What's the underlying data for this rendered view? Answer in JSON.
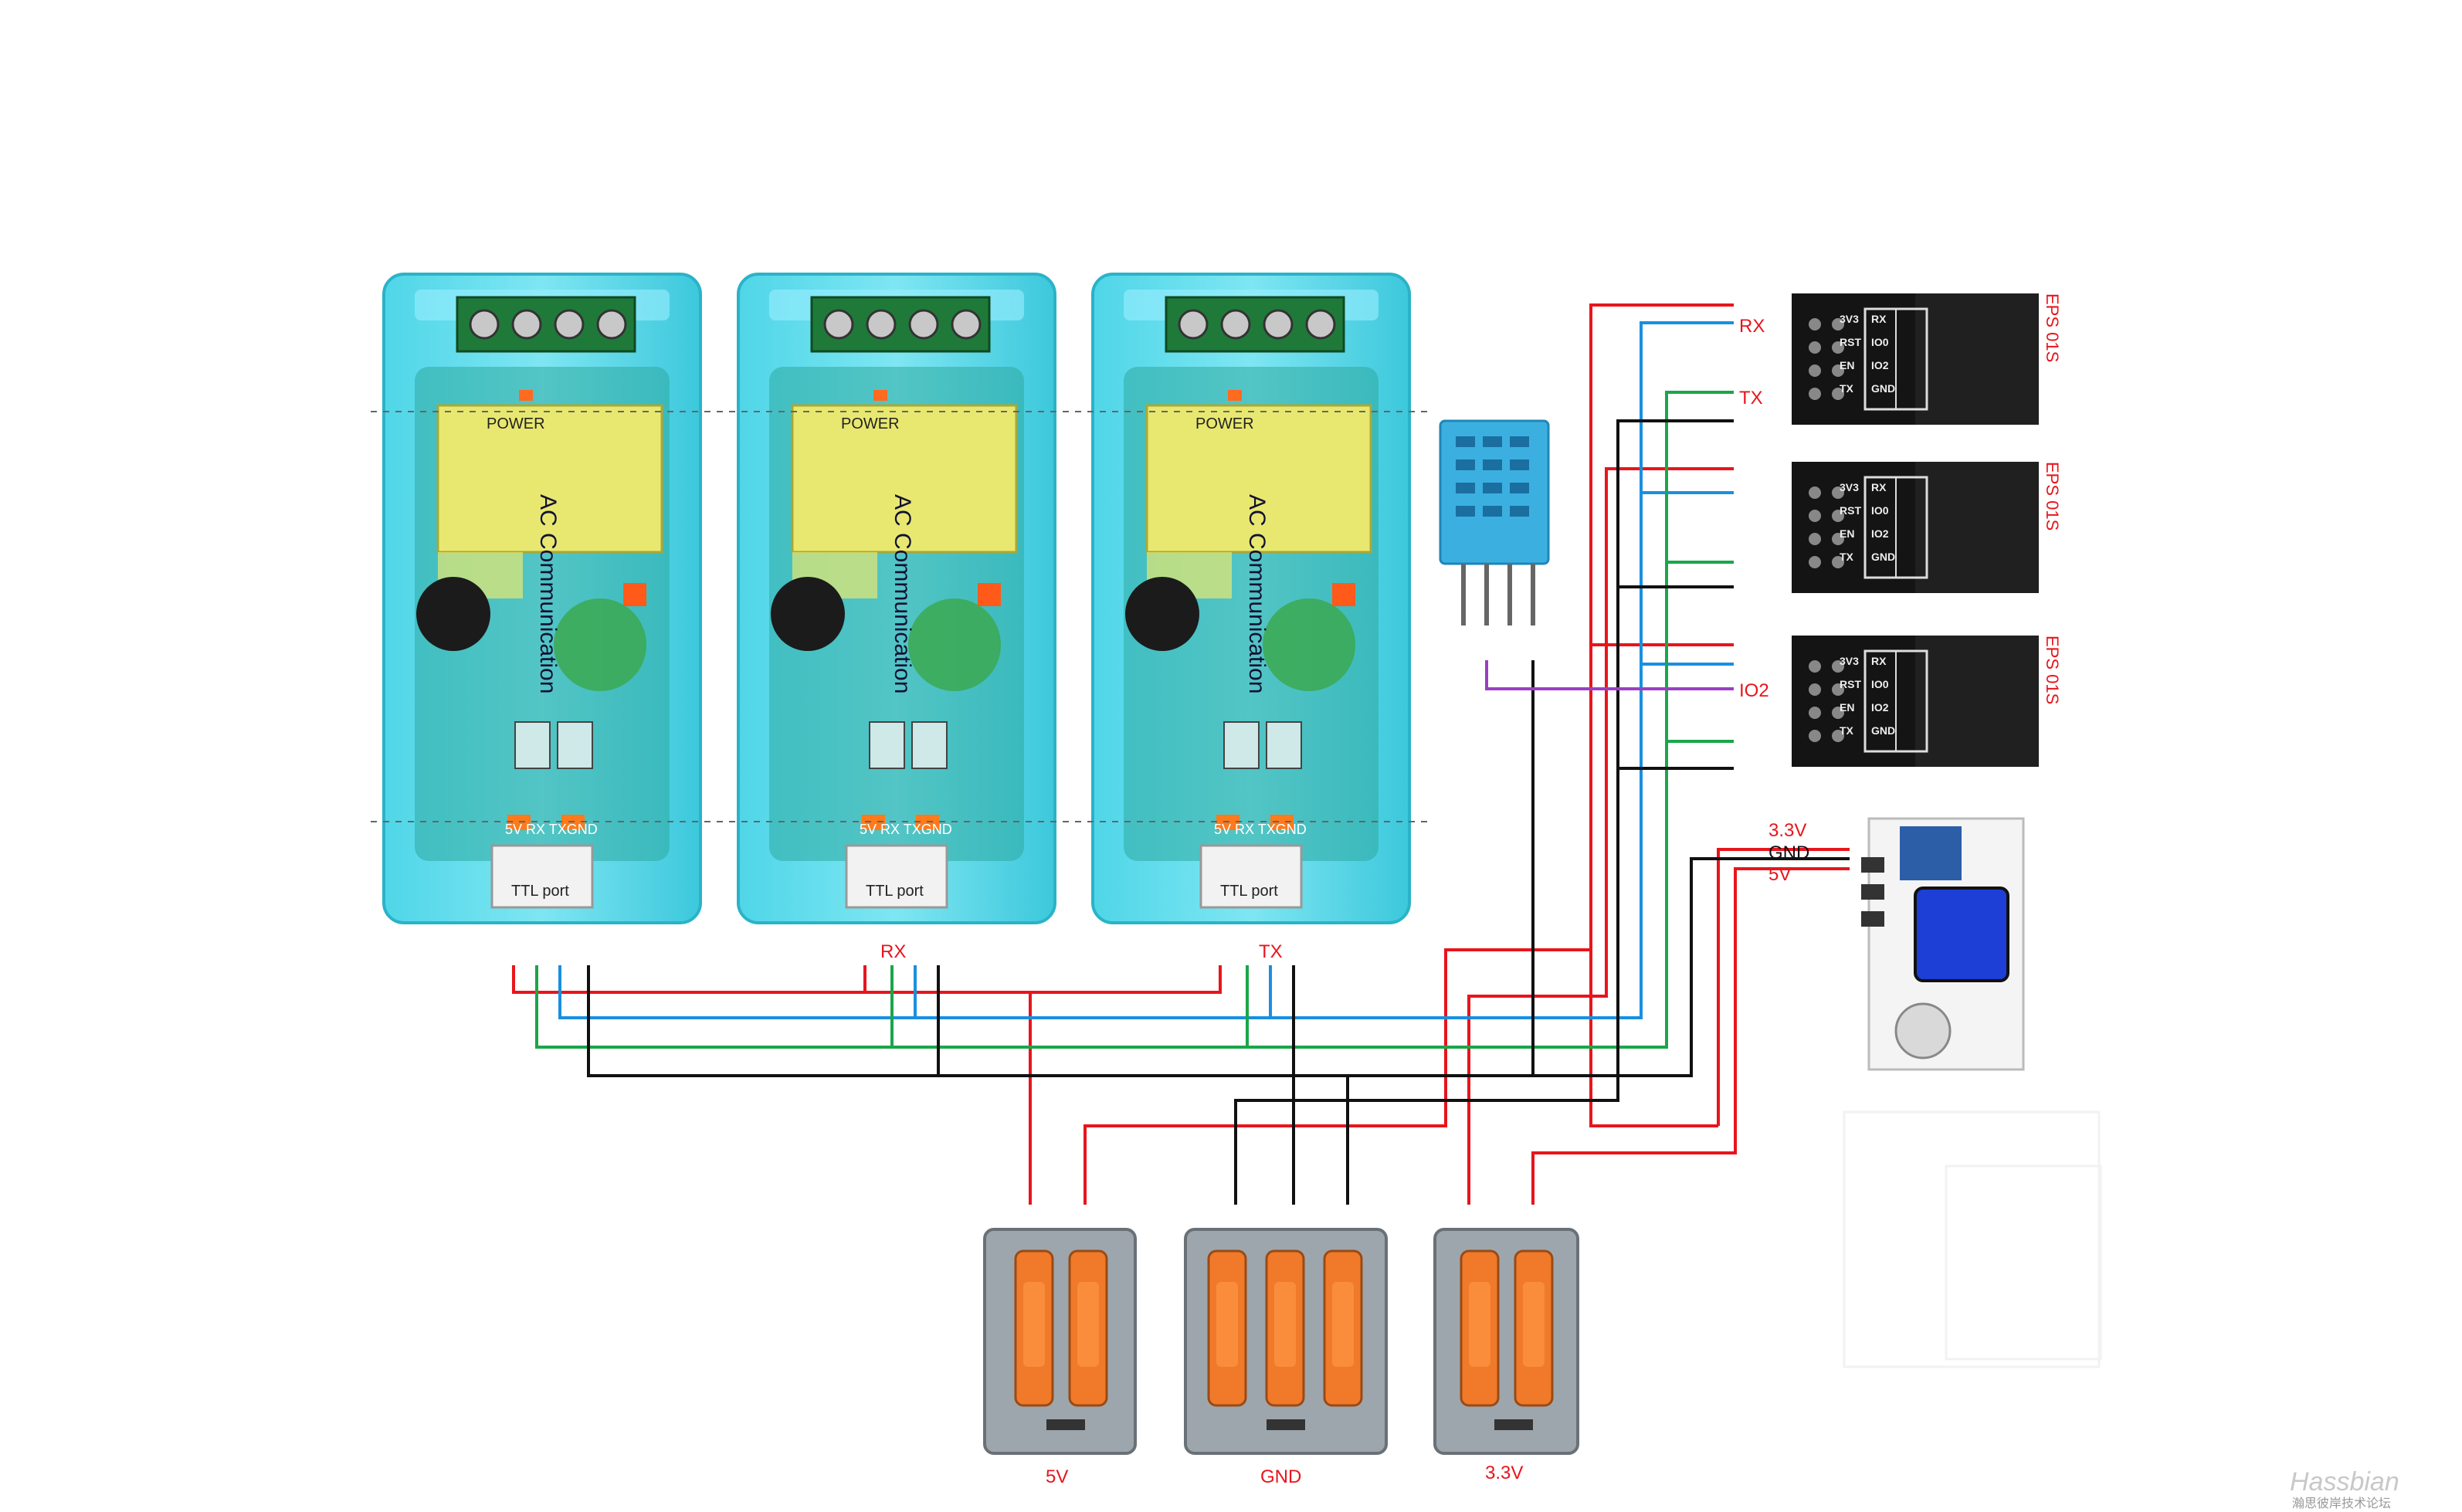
{
  "modules": [
    {
      "id": "m1",
      "pins": "5V  RX  TXGND",
      "ttl": "TTL port",
      "title": "AC Communication",
      "power": "POWER"
    },
    {
      "id": "m2",
      "pins": "5V  RX  TXGND",
      "ttl": "TTL port",
      "title": "AC Communication",
      "power": "POWER"
    },
    {
      "id": "m3",
      "pins": "5V  RX  TXGND",
      "ttl": "TTL port",
      "title": "AC Communication",
      "power": "POWER"
    }
  ],
  "bus_labels": {
    "rx": "RX",
    "tx": "TX"
  },
  "esp_boards": [
    {
      "id": "esp1",
      "side_text": "EPS 01S",
      "pins": [
        [
          "3V3",
          "RX"
        ],
        [
          "RST",
          "IO0"
        ],
        [
          "EN",
          "IO2"
        ],
        [
          "TX",
          "GND"
        ]
      ]
    },
    {
      "id": "esp2",
      "side_text": "EPS 01S",
      "pins": [
        [
          "3V3",
          "RX"
        ],
        [
          "RST",
          "IO0"
        ],
        [
          "EN",
          "IO2"
        ],
        [
          "TX",
          "GND"
        ]
      ]
    },
    {
      "id": "esp3",
      "side_text": "EPS 01S",
      "pins": [
        [
          "3V3",
          "RX"
        ],
        [
          "RST",
          "IO0"
        ],
        [
          "EN",
          "IO2"
        ],
        [
          "TX",
          "GND"
        ]
      ]
    }
  ],
  "esp_labels": {
    "rx": "RX",
    "tx": "TX",
    "io2": "IO2"
  },
  "psu_labels": {
    "v33": "3.3V",
    "gnd": "GND",
    "v5": "5V"
  },
  "connectors": {
    "v5": "5V",
    "gnd": "GND",
    "v33": "3.3V"
  },
  "watermark": {
    "brand": "Hassbian",
    "sub": "瀚思彼岸技术论坛"
  },
  "colors": {
    "red": "#e8151c",
    "blue": "#1a8fe0",
    "green": "#1aa64a",
    "black": "#111111",
    "purple": "#9b3fc2",
    "label_red": "#e8151c"
  }
}
